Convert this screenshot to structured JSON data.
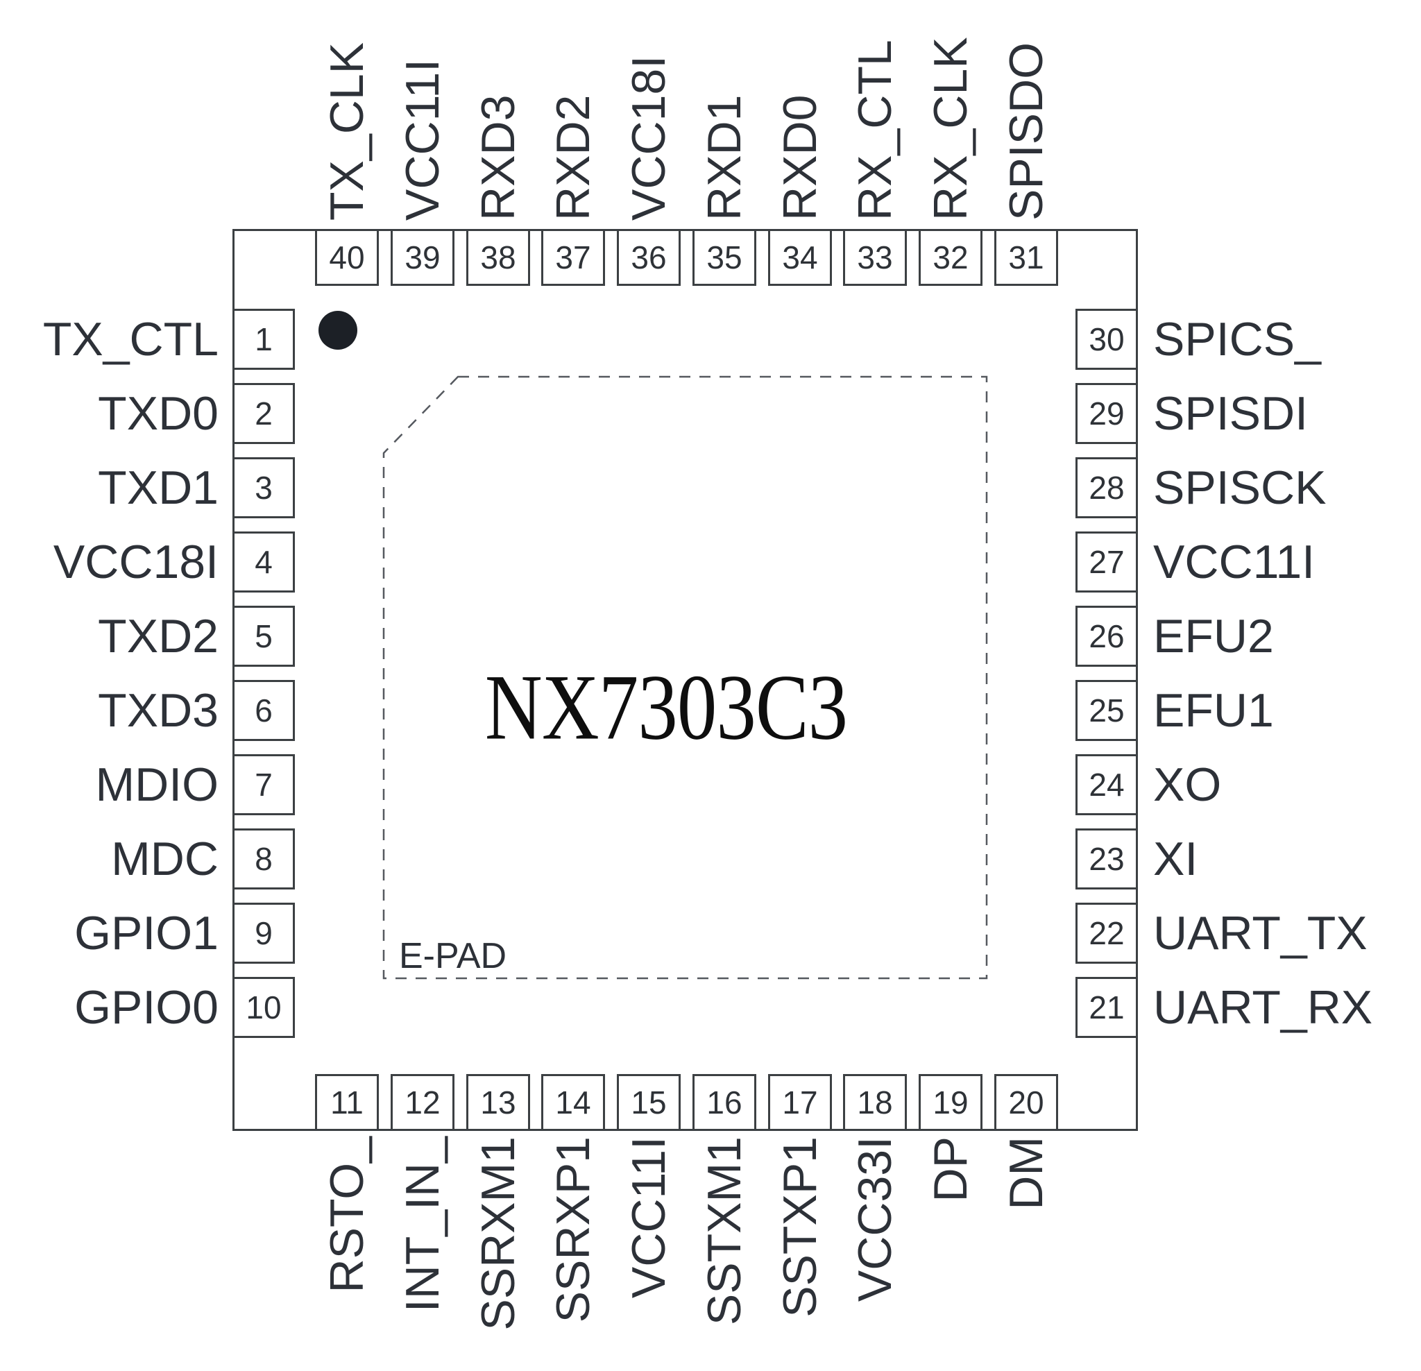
{
  "chip": {
    "title": "NX7303C3",
    "epad_label": "E-PAD"
  },
  "colors": {
    "line": "#3c4043",
    "text": "#2d3138",
    "pin1_marker": "#1c2026"
  },
  "pins": {
    "top": [
      {
        "num": 40,
        "label": "TX_CLK"
      },
      {
        "num": 39,
        "label": "VCC11I"
      },
      {
        "num": 38,
        "label": "RXD3"
      },
      {
        "num": 37,
        "label": "RXD2"
      },
      {
        "num": 36,
        "label": "VCC18I"
      },
      {
        "num": 35,
        "label": "RXD1"
      },
      {
        "num": 34,
        "label": "RXD0"
      },
      {
        "num": 33,
        "label": "RX_CTL"
      },
      {
        "num": 32,
        "label": "RX_CLK"
      },
      {
        "num": 31,
        "label": "SPISDO"
      }
    ],
    "left": [
      {
        "num": 1,
        "label": "TX_CTL"
      },
      {
        "num": 2,
        "label": "TXD0"
      },
      {
        "num": 3,
        "label": "TXD1"
      },
      {
        "num": 4,
        "label": "VCC18I"
      },
      {
        "num": 5,
        "label": "TXD2"
      },
      {
        "num": 6,
        "label": "TXD3"
      },
      {
        "num": 7,
        "label": "MDIO"
      },
      {
        "num": 8,
        "label": "MDC"
      },
      {
        "num": 9,
        "label": "GPIO1"
      },
      {
        "num": 10,
        "label": "GPIO0"
      }
    ],
    "right": [
      {
        "num": 30,
        "label": "SPICS_"
      },
      {
        "num": 29,
        "label": "SPISDI"
      },
      {
        "num": 28,
        "label": "SPISCK"
      },
      {
        "num": 27,
        "label": "VCC11I"
      },
      {
        "num": 26,
        "label": "EFU2"
      },
      {
        "num": 25,
        "label": "EFU1"
      },
      {
        "num": 24,
        "label": "XO"
      },
      {
        "num": 23,
        "label": "XI"
      },
      {
        "num": 22,
        "label": "UART_TX"
      },
      {
        "num": 21,
        "label": "UART_RX"
      }
    ],
    "bottom": [
      {
        "num": 11,
        "label": "RSTO_"
      },
      {
        "num": 12,
        "label": "INT_IN_"
      },
      {
        "num": 13,
        "label": "SSRXM1"
      },
      {
        "num": 14,
        "label": "SSRXP1"
      },
      {
        "num": 15,
        "label": "VCC11I"
      },
      {
        "num": 16,
        "label": "SSTXM1"
      },
      {
        "num": 17,
        "label": "SSTXP1"
      },
      {
        "num": 18,
        "label": "VCC33I"
      },
      {
        "num": 19,
        "label": "DP"
      },
      {
        "num": 20,
        "label": "DM"
      }
    ]
  }
}
